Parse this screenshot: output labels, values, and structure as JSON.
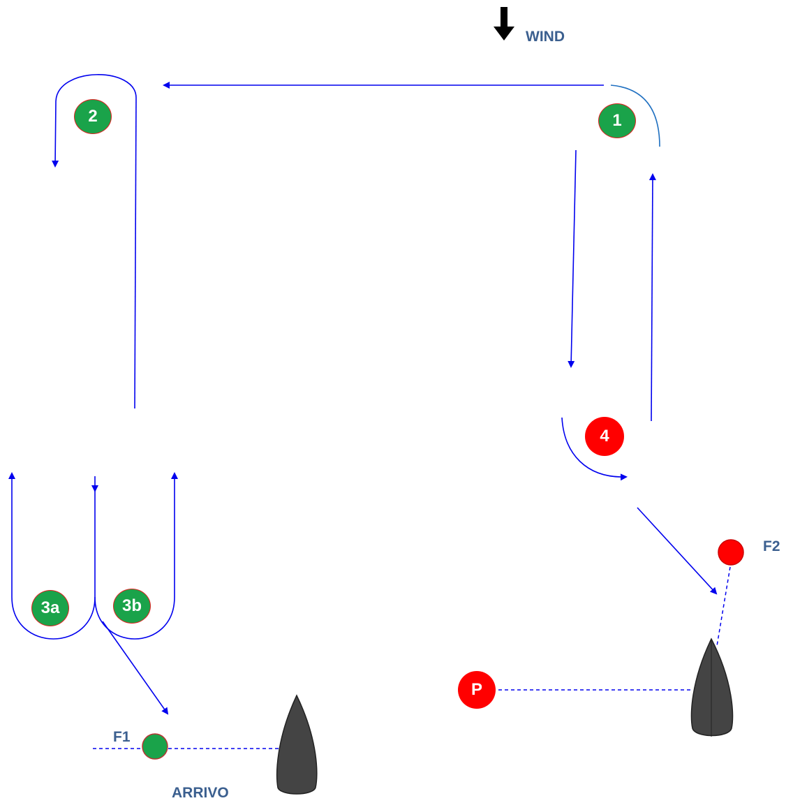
{
  "wind": {
    "label": "WIND"
  },
  "marks": [
    {
      "id": "1",
      "label": "1",
      "fill": "#1aa34a",
      "stroke": "#e02020"
    },
    {
      "id": "2",
      "label": "2",
      "fill": "#1aa34a",
      "stroke": "#e02020"
    },
    {
      "id": "3a",
      "label": "3a",
      "fill": "#1aa34a",
      "stroke": "#e02020"
    },
    {
      "id": "3b",
      "label": "3b",
      "fill": "#1aa34a",
      "stroke": "#e02020"
    },
    {
      "id": "4",
      "label": "4",
      "fill": "#ff0000",
      "stroke": "#ff0000"
    },
    {
      "id": "P",
      "label": "P",
      "fill": "#ff0000",
      "stroke": "#ff0000"
    }
  ],
  "start_finish": {
    "f1_label": "F1",
    "f2_label": "F2",
    "arrivo_label": "ARRIVO"
  },
  "colors": {
    "course_line": "#0000ee",
    "label_text": "#3b5f8f",
    "boat": "#444444",
    "green_mark": "#1aa34a",
    "red_mark": "#ff0000"
  }
}
